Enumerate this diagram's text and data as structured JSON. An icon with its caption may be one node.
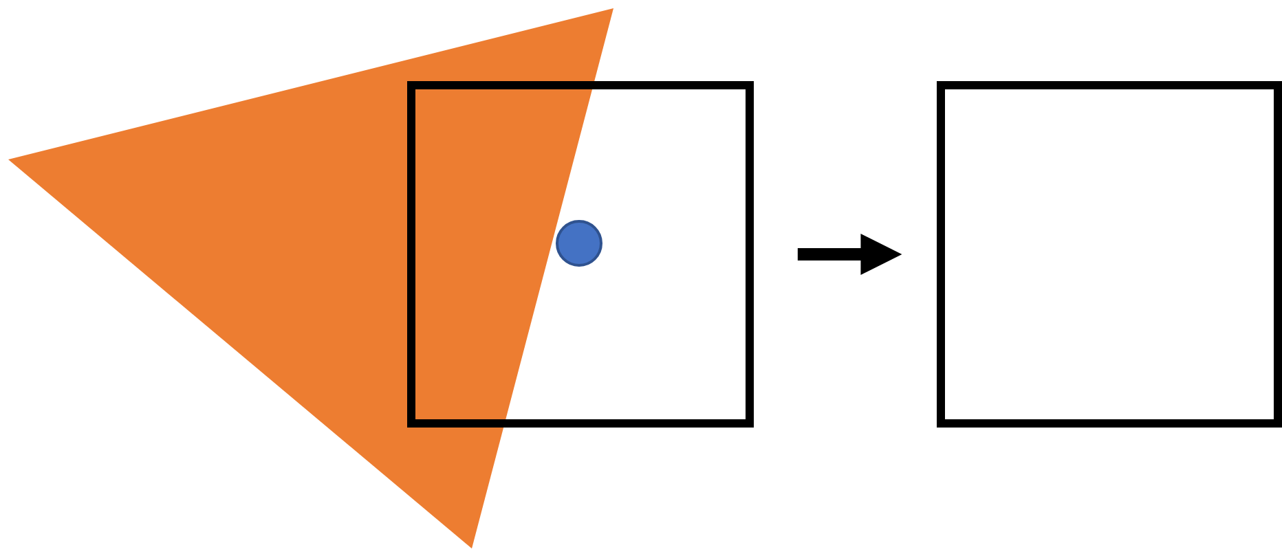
{
  "diagram": {
    "nodes": [
      {
        "text": [],
        "shape": "triangle"
      },
      {
        "text": [],
        "shape": "box"
      },
      {
        "text": [],
        "shape": "circle",
        "in": 1
      },
      {
        "text": [],
        "shape": "box"
      }
    ],
    "edges": [
      {
        "from": 1,
        "to": 3,
        "arrow": "to"
      }
    ]
  }
}
